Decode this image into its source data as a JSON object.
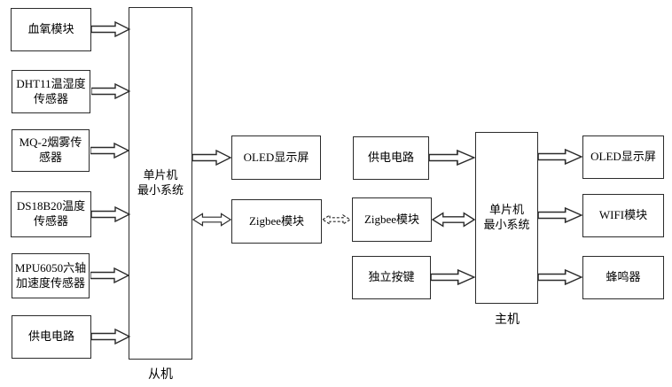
{
  "colors": {
    "background": "#ffffff",
    "line": "#2b2b2b",
    "text": "#000000"
  },
  "slave": {
    "inputs": [
      {
        "label": "血氧模块"
      },
      {
        "label": "DHT11温湿度传感器"
      },
      {
        "label": "MQ-2烟雾传感器"
      },
      {
        "label": "DS18B20温度传感器"
      },
      {
        "label": "MPU6050六轴加速度传感器"
      },
      {
        "label": "供电电路"
      }
    ],
    "mcu": {
      "line1": "单片机",
      "line2": "最小系统",
      "caption": "从机"
    },
    "outputs": [
      {
        "label": "OLED显示屏"
      },
      {
        "label": "Zigbee模块"
      }
    ]
  },
  "master": {
    "inputs": [
      {
        "label": "供电电路"
      },
      {
        "label": "Zigbee模块"
      },
      {
        "label": "独立按键"
      }
    ],
    "mcu": {
      "line1": "单片机",
      "line2": "最小系统",
      "caption": "主机"
    },
    "outputs": [
      {
        "label": "OLED显示屏"
      },
      {
        "label": "WIFI模块"
      },
      {
        "label": "蜂鸣器"
      }
    ]
  },
  "links": [
    {
      "from": "血氧模块",
      "to": "从机-单片机最小系统",
      "type": "one-way"
    },
    {
      "from": "DHT11温湿度传感器",
      "to": "从机-单片机最小系统",
      "type": "one-way"
    },
    {
      "from": "MQ-2烟雾传感器",
      "to": "从机-单片机最小系统",
      "type": "one-way"
    },
    {
      "from": "DS18B20温度传感器",
      "to": "从机-单片机最小系统",
      "type": "one-way"
    },
    {
      "from": "MPU6050六轴加速度传感器",
      "to": "从机-单片机最小系统",
      "type": "one-way"
    },
    {
      "from": "供电电路",
      "to": "从机-单片机最小系统",
      "type": "one-way"
    },
    {
      "from": "从机-单片机最小系统",
      "to": "OLED显示屏",
      "type": "one-way"
    },
    {
      "from": "从机-单片机最小系统",
      "to": "Zigbee模块",
      "type": "two-way"
    },
    {
      "from": "从机-Zigbee模块",
      "to": "主机-Zigbee模块",
      "type": "two-way-dashed"
    },
    {
      "from": "供电电路",
      "to": "主机-单片机最小系统",
      "type": "one-way"
    },
    {
      "from": "Zigbee模块",
      "to": "主机-单片机最小系统",
      "type": "two-way"
    },
    {
      "from": "独立按键",
      "to": "主机-单片机最小系统",
      "type": "one-way"
    },
    {
      "from": "主机-单片机最小系统",
      "to": "OLED显示屏",
      "type": "one-way"
    },
    {
      "from": "主机-单片机最小系统",
      "to": "WIFI模块",
      "type": "one-way"
    },
    {
      "from": "主机-单片机最小系统",
      "to": "蜂鸣器",
      "type": "one-way"
    }
  ]
}
